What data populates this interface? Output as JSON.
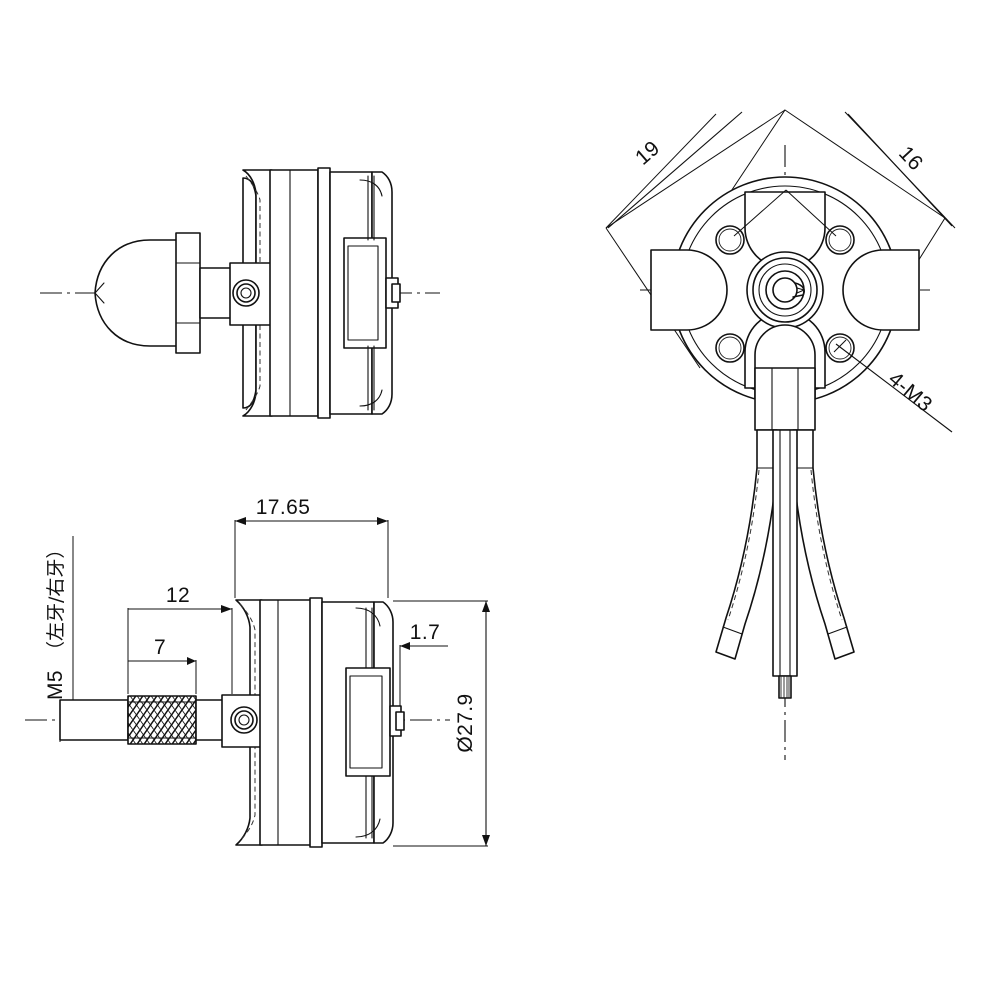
{
  "drawing": {
    "title": "brushless-motor-dimensional-drawing",
    "background_color": "#ffffff",
    "line_color": "#111111",
    "views": [
      {
        "name": "front-side-view-with-spinner",
        "position": "top-left"
      },
      {
        "name": "rear-face-view",
        "position": "top-right"
      },
      {
        "name": "side-view-dimensioned",
        "position": "bottom-left"
      },
      {
        "name": "wire-harness-view",
        "position": "bottom-right"
      }
    ]
  },
  "dimensions": {
    "overall_length": "17.65",
    "shaft_length_12": "12",
    "thread_length_7": "7",
    "flange_thickness": "1.7",
    "body_diameter": "Ø27.9",
    "mount_pitch_diagonal_a": "19",
    "mount_pitch_diagonal_b": "16",
    "thread_callout": "M5",
    "thread_note_cjk": "（左牙/右牙）",
    "thread_full_label": "M5（左牙/右牙）",
    "mount_hole_callout": "4-M3"
  },
  "labels": {
    "d1765": "17.65",
    "d12": "12",
    "d7": "7",
    "d17": "1.7",
    "dia279": "Ø27.9",
    "d19": "19",
    "d16": "16",
    "m5": "M5",
    "m5_note": "（左牙/右牙）",
    "m3": "4-M3"
  },
  "features": {
    "mount_holes_count": 4,
    "mount_hole_thread": "M3",
    "wire_count": 3,
    "shaft_thread": "M5",
    "shaft_thread_handedness": "left/right"
  }
}
